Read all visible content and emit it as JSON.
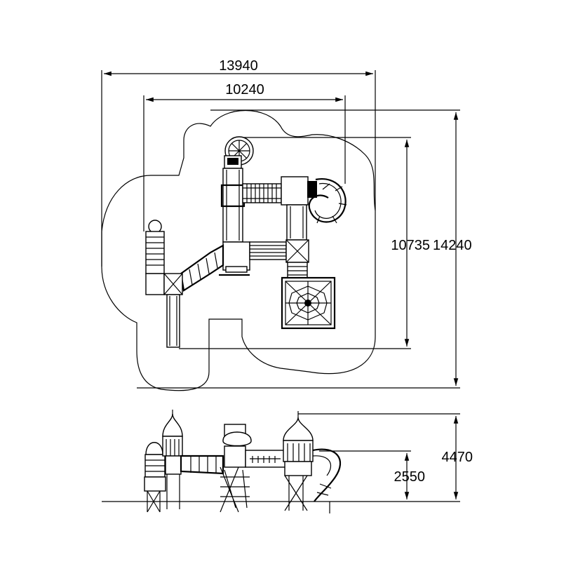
{
  "dimensions": {
    "plan_overall_width": "13940",
    "plan_equipment_width": "10240",
    "plan_equipment_depth": "10735",
    "plan_overall_depth": "14240",
    "elevation_total_height": "4470",
    "elevation_platform_height": "2550"
  }
}
